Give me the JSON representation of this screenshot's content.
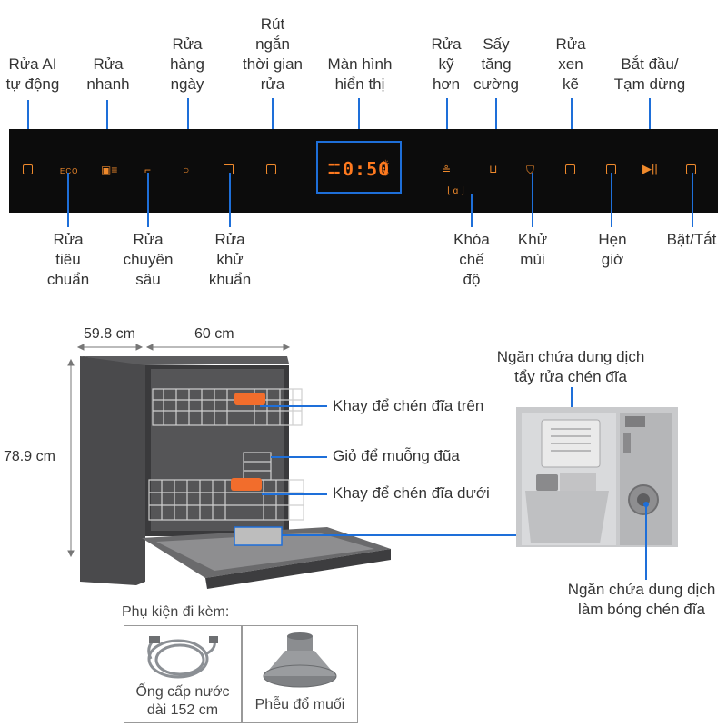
{
  "panel_labels_top": [
    {
      "id": "ai-wash",
      "text": "Rửa AI\ntự động"
    },
    {
      "id": "quick-wash",
      "text": "Rửa\nnhanh"
    },
    {
      "id": "daily-wash",
      "text": "Rửa\nhàng\nngày"
    },
    {
      "id": "shorten-time",
      "text": "Rút\nngắn\nthời gian\nrửa"
    },
    {
      "id": "display",
      "text": "Màn hình\nhiển thị"
    },
    {
      "id": "intensive-wash",
      "text": "Rửa\nkỹ\nhơn"
    },
    {
      "id": "extra-dry",
      "text": "Sấy\ntăng\ncường"
    },
    {
      "id": "alternate-wash",
      "text": "Rửa\nxen\nkẽ"
    },
    {
      "id": "start-pause",
      "text": "Bắt đầu/\nTạm dừng"
    }
  ],
  "panel_labels_bottom": [
    {
      "id": "standard-wash",
      "text": "Rửa\ntiêu\nchuẩn"
    },
    {
      "id": "deep-wash",
      "text": "Rửa\nchuyên\nsâu"
    },
    {
      "id": "sterilize-wash",
      "text": "Rửa\nkhử\nkhuẩn"
    },
    {
      "id": "lock-mode",
      "text": "Khóa\nchế\nđộ"
    },
    {
      "id": "deodorize",
      "text": "Khử\nmùi"
    },
    {
      "id": "timer",
      "text": "Hẹn\ngiờ"
    },
    {
      "id": "power",
      "text": "Bật/Tắt"
    }
  ],
  "panel": {
    "display_time": "0:50",
    "eco_text": "ECO"
  },
  "dimensions": {
    "depth": "59.8 cm",
    "width": "60 cm",
    "height": "78.9 cm"
  },
  "machine_parts": {
    "upper_rack": "Khay để chén đĩa trên",
    "cutlery_basket": "Giỏ để muỗng đũa",
    "lower_rack": "Khay để chén đĩa dưới"
  },
  "dispenser": {
    "detergent": "Ngăn chứa dung dịch\ntẩy rửa chén đĩa",
    "rinse_aid": "Ngăn chứa dung dịch\nlàm bóng chén đĩa"
  },
  "accessories": {
    "title": "Phụ kiện đi kèm:",
    "items": [
      {
        "label": "Ống cấp nước\ndài 152 cm"
      },
      {
        "label": "Phễu đổ muối"
      }
    ]
  },
  "colors": {
    "accent_line": "#1e6fd9",
    "panel_bg": "#0c0c0c",
    "panel_icons": "#f08a2c",
    "machine_body": "#4a4a4c"
  }
}
